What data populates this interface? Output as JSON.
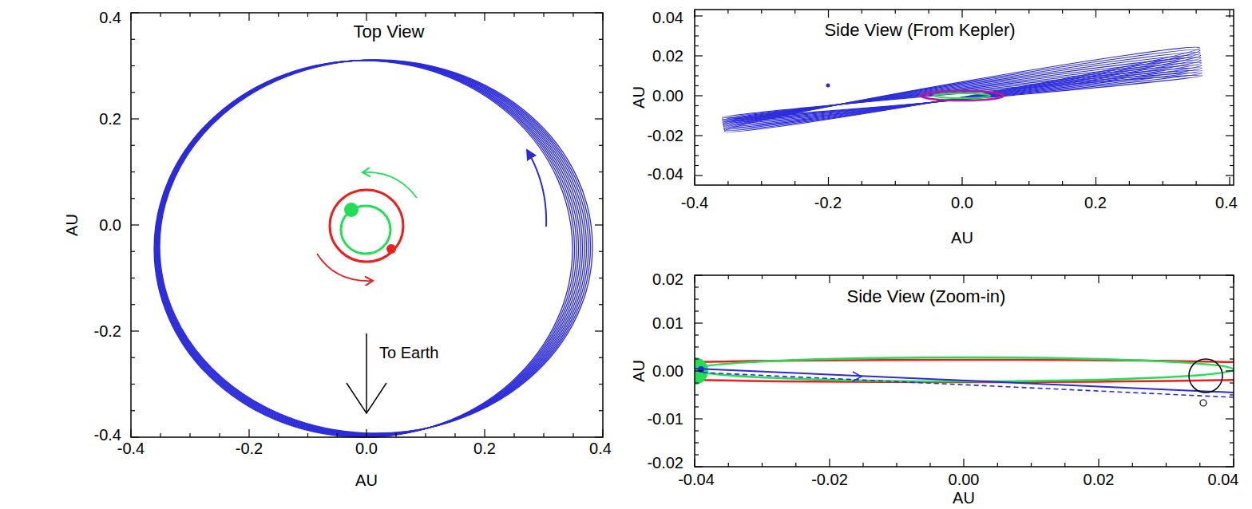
{
  "diagram": {
    "labels": [
      "Top View",
      "To Earth",
      "-0.4",
      "-0.2",
      "0.0",
      "0.2",
      "0.4",
      "0.4",
      "0.2",
      "0.0",
      "-0.2",
      "-0.4",
      "AU",
      "AU",
      "Side View (From Kepler)",
      "0.04",
      "0.02",
      "0.00",
      "-0.02",
      "-0.04",
      "-0.4",
      "-0.2",
      "0.0",
      "0.2",
      "0.4",
      "AU",
      "AU",
      "Side View (Zoom-in)",
      "0.02",
      "0.01",
      "0.00",
      "-0.01",
      "-0.02",
      "-0.04",
      "-0.02",
      "0.00",
      "0.02",
      "0.04",
      "AU",
      "AU"
    ]
  }
}
